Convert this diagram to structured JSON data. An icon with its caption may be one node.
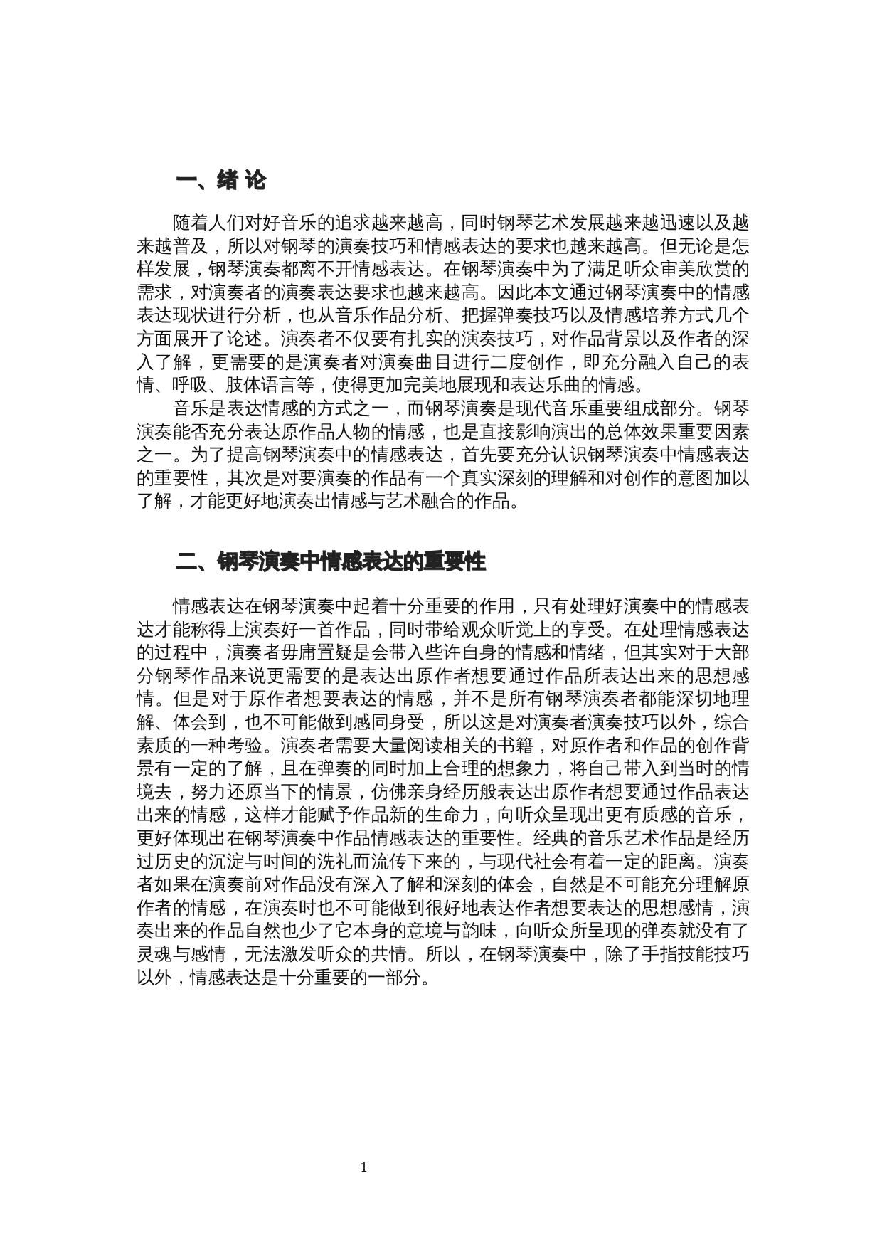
{
  "diagram": {
    "labels": [
      "一、绪 论",
      "随着人们对好音乐的追求越来越高，同时钢琴艺术发展越来越迅速以及越来越普及，所以对钢琴的演奏技巧和情感表达的要求也越来越高。但无论是怎样发展，钢琴演奏都离不开情感表达。在钢琴演奏中为了满足听众审美欣赏的需求，对演奏者的演奏表达要求也越来越高。因此本文通过钢琴演奏中的情感表达现状进行分析，也从音乐作品分析、把握弹奏技巧以及情感培养方式几个方面展开了论述。演奏者不仅要有扎实的演奏技巧，对作品背景以及作者的深入了解，更需要的是演奏者对演奏曲目进行二度创作，即充分融入自己的表情、呼吸、肢体语言等，使得更加完美地展现和表达乐曲的情感。",
      "音乐是表达情感的方式之一，而钢琴演奏是现代音乐重要组成部分。钢琴演奏能否充分表达原作品人物的情感，也是直接影响演出的总体效果重要因素之一。为了提高钢琴演奏中的情感表达，首先要充分认识钢琴演奏中情感表达的重要性，其次是对要演奏的作品有一个真实深刻的理解和对创作的意图加以了解，才能更好地演奏出情感与艺术融合的作品。",
      "二、钢琴演奏中情感表达的重要性",
      "情感表达在钢琴演奏中起着十分重要的作用，只有处理好演奏中的情感表达才能称得上演奏好一首作品，同时带给观众听觉上的享受。在处理情感表达的过程中，演奏者毋庸置疑是会带入些许自身的情感和情绪，但其实对于大部分钢琴作品来说更需要的是表达出原作者想要通过作品所表达出来的思想感情。但是对于原作者想要表达的情感，并不是所有钢琴演奏者都能深切地理解、体会到，也不可能做到感同身受，所以这是对演奏者演奏技巧以外，综合素质的一种考验。演奏者需要大量阅读相关的书籍，对原作者和作品的创作背景有一定的了解，且在弹奏的同时加上合理的想象力，将自己带入到当时的情境去，努力还原当下的情景，仿佛亲身经历般表达出原作者想要通过作品表达出来的情感，这样才能赋予作品新的生命力，向听众呈现出更有质感的音乐，更好体现出在钢琴演奏中作品情感表达的重要性。经典的音乐艺术作品是经历过历史的沉淀与时间的洗礼而流传下来的，与现代社会有着一定的距离。演奏者如果在演奏前对作品没有深入了解和深刻的体会，自然是不可能充分理解原作者的情感，在演奏时也不可能做到很好地表达作者想要表达的思想感情，演奏出来的作品自然也少了它本身的意境与韵味，向听众所呈现的弹奏就没有了灵魂与感情，无法激发听众的共情。所以，在钢琴演奏中，除了手指技能技巧以外，情感表达是十分重要的一部分。",
      "1"
    ]
  }
}
